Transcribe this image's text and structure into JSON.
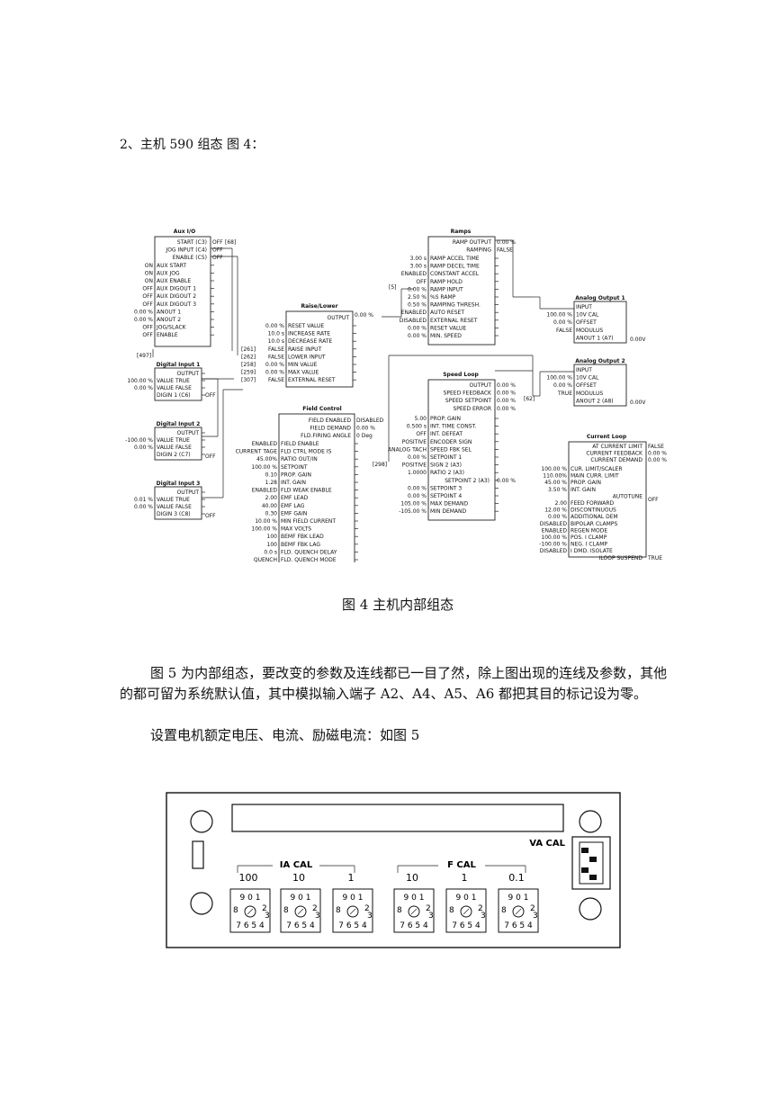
{
  "doc": {
    "heading": "2、主机 590 组态   图 4：",
    "caption": "图 4  主机内部组态",
    "para1": "图 5 为内部组态，要改变的参数及连线都已一目了然，除上图出现的连线及参数，其他的都可留为系统默认值，其中模拟输入端子 A2、A4、A5、A6 都把其目的标记设为零。",
    "para2": "设置电机额定电压、电流、励磁电流：如图 5"
  },
  "blocks": {
    "aux_io": {
      "title": "Aux I/O",
      "rows": [
        "START (C3)",
        "JOG INPUT (C4)",
        "ENABLE (C5)",
        "AUX START",
        "AUX JOG",
        "AUX ENABLE",
        "AUX DIGOUT 1",
        "AUX DIGOUT 2",
        "AUX DIGOUT 3",
        "ANOUT 1",
        "ANOUT 2",
        "JOG/SLACK",
        "ENABLE"
      ],
      "vals": [
        "",
        "",
        "",
        "ON",
        "ON",
        "ON",
        "OFF",
        "OFF",
        "OFF",
        "0.00 %",
        "0.00 %",
        "OFF",
        "OFF"
      ],
      "outs": [
        "OFF",
        "OFF",
        "OFF"
      ],
      "tag68": "[68]",
      "tag497": "[497]"
    },
    "digin1": {
      "title": "Digital Input 1",
      "out": "OUTPUT",
      "rows": [
        "VALUE TRUE",
        "VALUE FALSE",
        "DIGIN 1 (C6)"
      ],
      "vals": [
        "100.00 %",
        "0.00 %",
        ""
      ],
      "state": "OFF"
    },
    "digin2": {
      "title": "Digital Input 2",
      "out": "OUTPUT",
      "rows": [
        "VALUE TRUE",
        "VALUE FALSE",
        "DIGIN 2 (C7)"
      ],
      "vals": [
        "-100.00 %",
        "0.00 %",
        ""
      ],
      "state": "OFF"
    },
    "digin3": {
      "title": "Digital Input 3",
      "out": "OUTPUT",
      "rows": [
        "VALUE TRUE",
        "VALUE FALSE",
        "DIGIN 3 (C8)"
      ],
      "vals": [
        "0.01 %",
        "0.00 %",
        ""
      ],
      "state": "OFF"
    },
    "raise": {
      "title": "Raise/Lower",
      "out": "OUTPUT",
      "outval": "0.00 %",
      "rows": [
        "RESET VALUE",
        "INCREASE RATE",
        "DECREASE RATE",
        "RAISE INPUT",
        "LOWER INPUT",
        "MIN VALUE",
        "MAX VALUE",
        "EXTERNAL RESET"
      ],
      "vals": [
        "0.00 %",
        "10.0 s",
        "10.0 s",
        "FALSE",
        "FALSE",
        "0.00 %",
        "0.00 %",
        "FALSE"
      ],
      "tags": [
        "",
        "",
        "",
        "[261]",
        "[262]",
        "[258]",
        "[259]",
        "[307]"
      ]
    },
    "field": {
      "title": "Field Control",
      "outs": [
        "FIELD ENABLED",
        "FIELD DEMAND",
        "FLD.FIRING ANGLE"
      ],
      "outvals": [
        "DISABLED",
        "0.00 %",
        "0 Deg"
      ],
      "rows": [
        "FIELD ENABLE",
        "FLD CTRL MODE IS",
        "RATIO OUT/IN",
        "SETPOINT",
        "PROP. GAIN",
        "INT. GAIN",
        "FLD WEAK ENABLE",
        "EMF LEAD",
        "EMF LAG",
        "EMF GAIN",
        "MIN FIELD CURRENT",
        "MAX VOLTS",
        "BEMF FBK LEAD",
        "BEMF FBK LAG",
        "FLD. QUENCH DELAY",
        "FLD. QUENCH MODE"
      ],
      "vals": [
        "ENABLED",
        "CURRENT TAGE",
        "45.00%",
        "100.00 %",
        "0.10",
        "1.28",
        "ENABLED",
        "2.00",
        "40.00",
        "0.30",
        "10.00 %",
        "100.00 %",
        "100",
        "100",
        "0.0 s",
        "QUENCH"
      ]
    },
    "ramps": {
      "title": "Ramps",
      "outs": [
        "RAMP OUTPUT",
        "RAMPING"
      ],
      "outvals": [
        "0.00 %",
        "FALSE"
      ],
      "rows": [
        "RAMP ACCEL TIME",
        "RAMP DECEL TIME",
        "CONSTANT ACCEL",
        "RAMP HOLD",
        "RAMP INPUT",
        "%S RAMP",
        "RAMPING THRESH.",
        "AUTO RESET",
        "EXTERNAL RESET",
        "RESET VALUE",
        "MIN. SPEED"
      ],
      "vals": [
        "3.00 s",
        "3.00 s",
        "ENABLED",
        "OFF",
        "0.00 %",
        "2.50 %",
        "0.50 %",
        "ENABLED",
        "DISABLED",
        "0.00 %",
        "0.00 %"
      ],
      "tag5": "[5]"
    },
    "speed": {
      "title": "Speed Loop",
      "outs": [
        "OUTPUT",
        "SPEED FEEDBACK",
        "SPEED SETPOINT",
        "SPEED ERROR"
      ],
      "outvals": [
        "0.00 %",
        "0.00 %",
        "0.00 %",
        "0.00 %"
      ],
      "rows": [
        "PROP. GAIN",
        "INT. TIME CONST.",
        "INT. DEFEAT",
        "ENCODER SIGN",
        "SPEED FBK SEL",
        "SETPOINT 1",
        "SIGN 2 (A3)",
        "RATIO 2 (A3)",
        "SETPOINT 2 (A3)",
        "SETPOINT 3",
        "SETPOINT 4",
        "MAX DEMAND",
        "MIN DEMAND"
      ],
      "vals": [
        "5.00",
        "0.500 s",
        "OFF",
        "POSITIVE",
        "ANALOG TACH",
        "0.00 %",
        "POSITIVE",
        "1.0000",
        "",
        "0.00 %",
        "0.00 %",
        "105.00 %",
        "-105.00 %"
      ],
      "sp2val": "0.00 %",
      "tag298": "[298]",
      "tag62": "[62]"
    },
    "ao1": {
      "title": "Analog Output 1",
      "rows": [
        "INPUT",
        "10V CAL",
        "OFFSET",
        "MODULUS",
        "ANOUT 1 (A7)"
      ],
      "vals": [
        "",
        "100.00 %",
        "0.00 %",
        "FALSE",
        ""
      ],
      "outval": "0.00V"
    },
    "ao2": {
      "title": "Analog Output 2",
      "rows": [
        "INPUT",
        "10V CAL",
        "OFFSET",
        "MODULUS",
        "ANOUT 2 (A8)"
      ],
      "vals": [
        "",
        "100.00 %",
        "0.00 %",
        "TRUE",
        ""
      ],
      "outval": "0.00V"
    },
    "current": {
      "title": "Current Loop",
      "outs": [
        "AT CURRENT LIMIT",
        "CURRENT FEEDBACK",
        "CURRENT DEMAND"
      ],
      "outvals": [
        "FALSE",
        "0.00 %",
        "0.00 %"
      ],
      "rows": [
        "CUR. LIMIT/SCALER",
        "MAIN CURR. LIMIT",
        "PROP. GAIN",
        "INT. GAIN",
        "AUTOTUNE",
        "FEED FORWARD",
        "DISCONTINUOUS",
        "ADDITIONAL DEM",
        "BIPOLAR CLAMPS",
        "REGEN MODE",
        "POS. I CLAMP",
        "NEG. I CLAMP",
        "I DMD. ISOLATE",
        "ILOOP SUSPEND"
      ],
      "vals": [
        "100.00 %",
        "110.00%",
        "45.00 %",
        "3.50 %",
        "",
        "2.00",
        "12.00 %",
        "0.00 %",
        "DISABLED",
        "ENABLED",
        "100.00 %",
        "-100.00 %",
        "DISABLED",
        ""
      ],
      "autotune": "OFF",
      "suspend": "TRUE"
    }
  },
  "panel": {
    "ia_cal": "IA CAL",
    "f_cal": "F CAL",
    "va_cal": "VA CAL",
    "ia_labels": [
      "100",
      "10",
      "1"
    ],
    "f_labels": [
      "10",
      "1",
      "0.1"
    ],
    "dial_top": "9 0 1",
    "dial_left": "8",
    "dial_right": "2",
    "dial_right2": "3",
    "dial_bottom": "7 6 5 4"
  }
}
